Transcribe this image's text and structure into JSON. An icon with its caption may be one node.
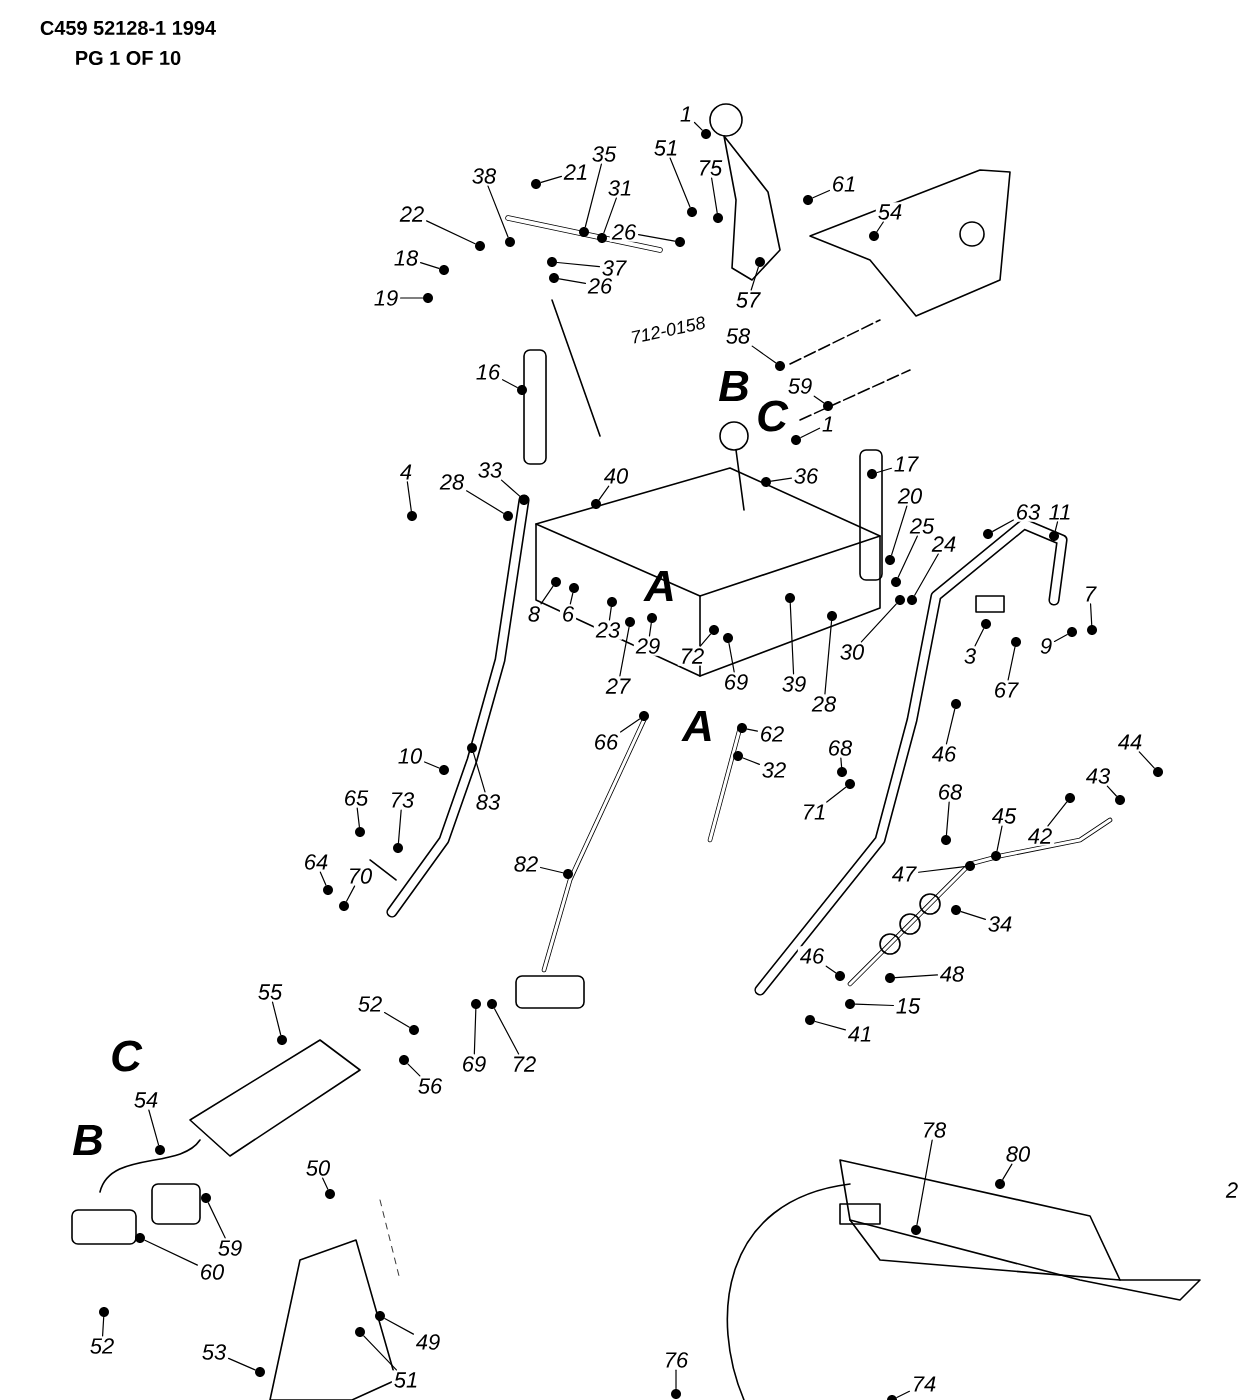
{
  "diagram": {
    "nodes": [
      {
        "text": [
          "1"
        ]
      },
      {
        "text": [
          "61"
        ]
      },
      {
        "text": [
          "54"
        ]
      },
      {
        "text": [
          "51"
        ]
      },
      {
        "text": [
          "75"
        ]
      },
      {
        "text": [
          "35"
        ]
      },
      {
        "text": [
          "21"
        ]
      },
      {
        "text": [
          "31"
        ]
      },
      {
        "text": [
          "38"
        ]
      },
      {
        "text": [
          "26"
        ]
      },
      {
        "text": [
          "26"
        ]
      },
      {
        "text": [
          "22"
        ]
      },
      {
        "text": [
          "37"
        ]
      },
      {
        "text": [
          "18"
        ]
      },
      {
        "text": [
          "19"
        ]
      },
      {
        "text": [
          "57"
        ]
      },
      {
        "text": [
          "58"
        ]
      },
      {
        "text": [
          "59"
        ]
      },
      {
        "text": [
          "1"
        ]
      },
      {
        "text": [
          "16"
        ]
      },
      {
        "text": [
          "17"
        ]
      },
      {
        "text": [
          "36"
        ]
      },
      {
        "text": [
          "40"
        ]
      },
      {
        "text": [
          "33"
        ]
      },
      {
        "text": [
          "28"
        ]
      },
      {
        "text": [
          "4"
        ]
      },
      {
        "text": [
          "20"
        ]
      },
      {
        "text": [
          "25"
        ]
      },
      {
        "text": [
          "24"
        ]
      },
      {
        "text": [
          "63"
        ]
      },
      {
        "text": [
          "11"
        ]
      },
      {
        "text": [
          "8"
        ]
      },
      {
        "text": [
          "6"
        ]
      },
      {
        "text": [
          "23"
        ]
      },
      {
        "text": [
          "27"
        ]
      },
      {
        "text": [
          "29"
        ]
      },
      {
        "text": [
          "72"
        ]
      },
      {
        "text": [
          "69"
        ]
      },
      {
        "text": [
          "39"
        ]
      },
      {
        "text": [
          "28"
        ]
      },
      {
        "text": [
          "30"
        ]
      },
      {
        "text": [
          "3"
        ]
      },
      {
        "text": [
          "9"
        ]
      },
      {
        "text": [
          "7"
        ]
      },
      {
        "text": [
          "67"
        ]
      },
      {
        "text": [
          "46"
        ]
      },
      {
        "text": [
          "66"
        ]
      },
      {
        "text": [
          "62"
        ]
      },
      {
        "text": [
          "32"
        ]
      },
      {
        "text": [
          "68"
        ]
      },
      {
        "text": [
          "71"
        ]
      },
      {
        "text": [
          "44"
        ]
      },
      {
        "text": [
          "43"
        ]
      },
      {
        "text": [
          "42"
        ]
      },
      {
        "text": [
          "45"
        ]
      },
      {
        "text": [
          "68"
        ]
      },
      {
        "text": [
          "47"
        ]
      },
      {
        "text": [
          "34"
        ]
      },
      {
        "text": [
          "46"
        ]
      },
      {
        "text": [
          "48"
        ]
      },
      {
        "text": [
          "15"
        ]
      },
      {
        "text": [
          "41"
        ]
      },
      {
        "text": [
          "10"
        ]
      },
      {
        "text": [
          "83"
        ]
      },
      {
        "text": [
          "65"
        ]
      },
      {
        "text": [
          "73"
        ]
      },
      {
        "text": [
          "64"
        ]
      },
      {
        "text": [
          "70"
        ]
      },
      {
        "text": [
          "82"
        ]
      },
      {
        "text": [
          "69"
        ]
      },
      {
        "text": [
          "72"
        ]
      },
      {
        "text": [
          "55"
        ]
      },
      {
        "text": [
          "52"
        ]
      },
      {
        "text": [
          "56"
        ]
      },
      {
        "text": [
          "54"
        ]
      },
      {
        "text": [
          "59"
        ]
      },
      {
        "text": [
          "60"
        ]
      },
      {
        "text": [
          "50"
        ]
      },
      {
        "text": [
          "52"
        ]
      },
      {
        "text": [
          "53"
        ]
      },
      {
        "text": [
          "49"
        ]
      },
      {
        "text": [
          "51"
        ]
      },
      {
        "text": [
          "78"
        ]
      },
      {
        "text": [
          "80"
        ]
      },
      {
        "text": [
          "76"
        ]
      },
      {
        "text": [
          "74"
        ]
      },
      {
        "text": [],
        "shape": "circle"
      },
      {
        "text": [],
        "shape": "circle"
      },
      {
        "text": [],
        "shape": "circle"
      },
      {
        "text": [],
        "shape": "circle"
      },
      {
        "text": [],
        "shape": "circle"
      },
      {
        "text": [],
        "shape": "circle"
      },
      {
        "text": [],
        "shape": "circle"
      },
      {
        "text": [],
        "shape": "circle"
      },
      {
        "text": [],
        "shape": "circle"
      },
      {
        "text": [],
        "shape": "circle"
      },
      {
        "text": [],
        "shape": "circle"
      },
      {
        "text": [],
        "shape": "circle"
      },
      {
        "text": [],
        "shape": "circle"
      },
      {
        "text": [],
        "shape": "circle"
      },
      {
        "text": [],
        "shape": "circle"
      },
      {
        "text": [],
        "shape": "circle"
      },
      {
        "text": [],
        "shape": "circle"
      },
      {
        "text": [],
        "shape": "circle"
      },
      {
        "text": [],
        "shape": "circle"
      },
      {
        "text": [],
        "shape": "circle"
      },
      {
        "text": [],
        "shape": "circle"
      },
      {
        "text": [],
        "shape": "circle"
      },
      {
        "text": [],
        "shape": "circle"
      },
      {
        "text": [],
        "shape": "circle"
      },
      {
        "text": [],
        "shape": "circle"
      },
      {
        "text": [],
        "shape": "circle"
      },
      {
        "text": [],
        "shape": "circle"
      },
      {
        "text": [],
        "shape": "circle"
      },
      {
        "text": [],
        "shape": "circle"
      },
      {
        "text": [],
        "shape": "circle"
      },
      {
        "text": [],
        "shape": "circle"
      },
      {
        "text": [],
        "shape": "circle"
      },
      {
        "text": [],
        "shape": "circle"
      },
      {
        "text": [],
        "shape": "circle"
      },
      {
        "text": [],
        "shape": "circle"
      },
      {
        "text": [],
        "shape": "circle"
      },
      {
        "text": [],
        "shape": "circle"
      },
      {
        "text": [],
        "shape": "circle"
      },
      {
        "text": [],
        "shape": "circle"
      },
      {
        "text": [],
        "shape": "circle"
      },
      {
        "text": [],
        "shape": "circle"
      },
      {
        "text": [],
        "shape": "circle"
      },
      {
        "text": [],
        "shape": "circle"
      },
      {
        "text": [],
        "shape": "circle"
      },
      {
        "text": [],
        "shape": "circle"
      },
      {
        "text": [],
        "shape": "circle"
      },
      {
        "text": [],
        "shape": "circle"
      },
      {
        "text": [],
        "shape": "circle"
      },
      {
        "text": [],
        "shape": "circle"
      },
      {
        "text": [],
        "shape": "circle"
      },
      {
        "text": [],
        "shape": "circle"
      },
      {
        "text": [],
        "shape": "circle"
      },
      {
        "text": [],
        "shape": "circle"
      },
      {
        "text": [],
        "shape": "circle"
      },
      {
        "text": [],
        "shape": "circle"
      },
      {
        "text": [],
        "shape": "circle"
      },
      {
        "text": [],
        "shape": "circle"
      },
      {
        "text": [],
        "shape": "circle"
      },
      {
        "text": [],
        "shape": "circle"
      },
      {
        "text": [],
        "shape": "circle"
      },
      {
        "text": [],
        "shape": "circle"
      },
      {
        "text": [],
        "shape": "circle"
      },
      {
        "text": [],
        "shape": "circle"
      },
      {
        "text": [],
        "shape": "circle"
      },
      {
        "text": [],
        "shape": "circle"
      },
      {
        "text": [],
        "shape": "circle"
      },
      {
        "text": [],
        "shape": "circle"
      },
      {
        "text": [],
        "shape": "circle"
      },
      {
        "text": [],
        "shape": "circle"
      },
      {
        "text": [],
        "shape": "circle"
      },
      {
        "text": [],
        "shape": "circle"
      },
      {
        "text": [],
        "shape": "circle"
      },
      {
        "text": [],
        "shape": "circle"
      },
      {
        "text": [],
        "shape": "circle"
      },
      {
        "text": [],
        "shape": "circle"
      },
      {
        "text": [],
        "shape": "circle"
      },
      {
        "text": [],
        "shape": "circle"
      },
      {
        "text": [],
        "shape": "circle"
      },
      {
        "text": [],
        "shape": "circle"
      },
      {
        "text": [],
        "shape": "circle"
      },
      {
        "text": [],
        "shape": "circle"
      },
      {
        "text": [],
        "shape": "circle"
      },
      {
        "text": [],
        "shape": "circle"
      },
      {
        "text": [],
        "shape": "circle"
      },
      {
        "text": [],
        "shape": "circle"
      },
      {
        "text": [],
        "shape": "circle"
      }
    ],
    "edges": [
      {
        "from": 0,
        "to": 86,
        "arrow": "none"
      },
      {
        "from": 1,
        "to": 87,
        "arrow": "none"
      },
      {
        "from": 2,
        "to": 88,
        "arrow": "none"
      },
      {
        "from": 3,
        "to": 89,
        "arrow": "none"
      },
      {
        "from": 4,
        "to": 90,
        "arrow": "none"
      },
      {
        "from": 5,
        "to": 91,
        "arrow": "none"
      },
      {
        "from": 6,
        "to": 92,
        "arrow": "none"
      },
      {
        "from": 7,
        "to": 93,
        "arrow": "none"
      },
      {
        "from": 8,
        "to": 94,
        "arrow": "none"
      },
      {
        "from": 9,
        "to": 95,
        "arrow": "none"
      },
      {
        "from": 10,
        "to": 96,
        "arrow": "none"
      },
      {
        "from": 11,
        "to": 97,
        "arrow": "none"
      },
      {
        "from": 12,
        "to": 98,
        "arrow": "none"
      },
      {
        "from": 13,
        "to": 99,
        "arrow": "none"
      },
      {
        "from": 14,
        "to": 100,
        "arrow": "none"
      },
      {
        "from": 15,
        "to": 101,
        "arrow": "none"
      },
      {
        "from": 16,
        "to": 102,
        "arrow": "none"
      },
      {
        "from": 17,
        "to": 103,
        "arrow": "none"
      },
      {
        "from": 18,
        "to": 104,
        "arrow": "none"
      },
      {
        "from": 19,
        "to": 105,
        "arrow": "none"
      },
      {
        "from": 20,
        "to": 106,
        "arrow": "none"
      },
      {
        "from": 21,
        "to": 107,
        "arrow": "none"
      },
      {
        "from": 22,
        "to": 108,
        "arrow": "none"
      },
      {
        "from": 23,
        "to": 109,
        "arrow": "none"
      },
      {
        "from": 24,
        "to": 110,
        "arrow": "none"
      },
      {
        "from": 25,
        "to": 111,
        "arrow": "none"
      },
      {
        "from": 26,
        "to": 112,
        "arrow": "none"
      },
      {
        "from": 27,
        "to": 113,
        "arrow": "none"
      },
      {
        "from": 28,
        "to": 114,
        "arrow": "none"
      },
      {
        "from": 29,
        "to": 115,
        "arrow": "none"
      },
      {
        "from": 30,
        "to": 116,
        "arrow": "none"
      },
      {
        "from": 31,
        "to": 117,
        "arrow": "none"
      },
      {
        "from": 32,
        "to": 118,
        "arrow": "none"
      },
      {
        "from": 33,
        "to": 119,
        "arrow": "none"
      },
      {
        "from": 34,
        "to": 120,
        "arrow": "none"
      },
      {
        "from": 35,
        "to": 121,
        "arrow": "none"
      },
      {
        "from": 36,
        "to": 122,
        "arrow": "none"
      },
      {
        "from": 37,
        "to": 123,
        "arrow": "none"
      },
      {
        "from": 38,
        "to": 124,
        "arrow": "none"
      },
      {
        "from": 39,
        "to": 125,
        "arrow": "none"
      },
      {
        "from": 40,
        "to": 126,
        "arrow": "none"
      },
      {
        "from": 41,
        "to": 127,
        "arrow": "none"
      },
      {
        "from": 42,
        "to": 128,
        "arrow": "none"
      },
      {
        "from": 43,
        "to": 129,
        "arrow": "none"
      },
      {
        "from": 44,
        "to": 130,
        "arrow": "none"
      },
      {
        "from": 45,
        "to": 131,
        "arrow": "none"
      },
      {
        "from": 46,
        "to": 132,
        "arrow": "none"
      },
      {
        "from": 47,
        "to": 133,
        "arrow": "none"
      },
      {
        "from": 48,
        "to": 134,
        "arrow": "none"
      },
      {
        "from": 49,
        "to": 135,
        "arrow": "none"
      },
      {
        "from": 50,
        "to": 136,
        "arrow": "none"
      },
      {
        "from": 51,
        "to": 137,
        "arrow": "none"
      },
      {
        "from": 52,
        "to": 138,
        "arrow": "none"
      },
      {
        "from": 53,
        "to": 139,
        "arrow": "none"
      },
      {
        "from": 54,
        "to": 140,
        "arrow": "none"
      },
      {
        "from": 55,
        "to": 141,
        "arrow": "none"
      },
      {
        "from": 56,
        "to": 142,
        "arrow": "none"
      },
      {
        "from": 57,
        "to": 143,
        "arrow": "none"
      },
      {
        "from": 58,
        "to": 144,
        "arrow": "none"
      },
      {
        "from": 59,
        "to": 145,
        "arrow": "none"
      },
      {
        "from": 60,
        "to": 146,
        "arrow": "none"
      },
      {
        "from": 61,
        "to": 147,
        "arrow": "none"
      },
      {
        "from": 62,
        "to": 148,
        "arrow": "none"
      },
      {
        "from": 63,
        "to": 149,
        "arrow": "none"
      },
      {
        "from": 64,
        "to": 150,
        "arrow": "none"
      },
      {
        "from": 65,
        "to": 151,
        "arrow": "none"
      },
      {
        "from": 66,
        "to": 152,
        "arrow": "none"
      },
      {
        "from": 67,
        "to": 153,
        "arrow": "none"
      },
      {
        "from": 68,
        "to": 154,
        "arrow": "none"
      },
      {
        "from": 69,
        "to": 155,
        "arrow": "none"
      },
      {
        "from": 70,
        "to": 156,
        "arrow": "none"
      },
      {
        "from": 71,
        "to": 157,
        "arrow": "none"
      },
      {
        "from": 72,
        "to": 158,
        "arrow": "none"
      },
      {
        "from": 73,
        "to": 159,
        "arrow": "none"
      },
      {
        "from": 74,
        "to": 160,
        "arrow": "none"
      },
      {
        "from": 75,
        "to": 161,
        "arrow": "none"
      },
      {
        "from": 76,
        "to": 162,
        "arrow": "none"
      },
      {
        "from": 77,
        "to": 163,
        "arrow": "none"
      },
      {
        "from": 78,
        "to": 164,
        "arrow": "none"
      },
      {
        "from": 79,
        "to": 165,
        "arrow": "none"
      },
      {
        "from": 80,
        "to": 166,
        "arrow": "none"
      },
      {
        "from": 81,
        "to": 167,
        "arrow": "none"
      },
      {
        "from": 82,
        "to": 168,
        "arrow": "none"
      },
      {
        "from": 83,
        "to": 169,
        "arrow": "none"
      },
      {
        "from": 84,
        "to": 170,
        "arrow": "none"
      },
      {
        "from": 85,
        "to": 171,
        "arrow": "none"
      }
    ],
    "labels": [
      "C459 52128-1 1994",
      "PG 1 OF 10",
      "712-0158",
      "B",
      "C",
      "A",
      "A",
      "C",
      "B",
      "2"
    ]
  }
}
